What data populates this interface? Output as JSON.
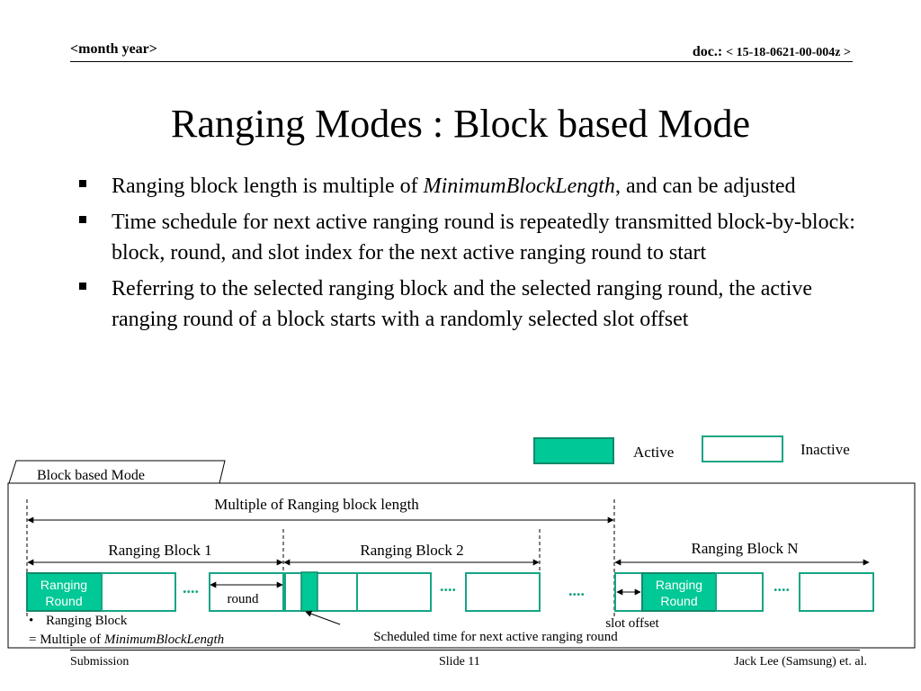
{
  "header": {
    "left": "<month year>",
    "doc_prefix": "doc.: ",
    "doc_number": "< 15-18-0621-00-004z >"
  },
  "title": "Ranging Modes : Block based Mode",
  "bullets": [
    {
      "pre": "Ranging block length is multiple of ",
      "em": "MinimumBlockLength",
      "post": ", and can be adjusted"
    },
    {
      "pre": "Time schedule for next active ranging round is repeatedly transmitted block-by-block: block, round, and slot index for the next active ranging round to start",
      "em": "",
      "post": ""
    },
    {
      "pre": "Referring to the selected ranging block and the selected ranging round, the active ranging round of a block starts with a randomly selected slot offset",
      "em": "",
      "post": ""
    }
  ],
  "legend": {
    "active": "Active",
    "inactive": "Inactive"
  },
  "colors": {
    "active_fill": "#00c896",
    "active_border": "#118a6b",
    "inactive_border": "#15a583"
  },
  "diagram": {
    "tab": "Block based Mode",
    "multiple_label": "Multiple of Ranging block length",
    "block1": "Ranging Block 1",
    "block2": "Ranging Block 2",
    "blockN": "Ranging Block N",
    "ranging_round": "Ranging Round",
    "round": "round",
    "dots": "....",
    "note_bullet": "Ranging Block",
    "note_pre": "= Multiple of ",
    "note_em": "MinimumBlockLength",
    "slot_offset": "slot offset",
    "scheduled": "Scheduled time for next active ranging round"
  },
  "footer": {
    "left": "Submission",
    "center": "Slide 11",
    "right": "Jack Lee (Samsung) et. al."
  }
}
